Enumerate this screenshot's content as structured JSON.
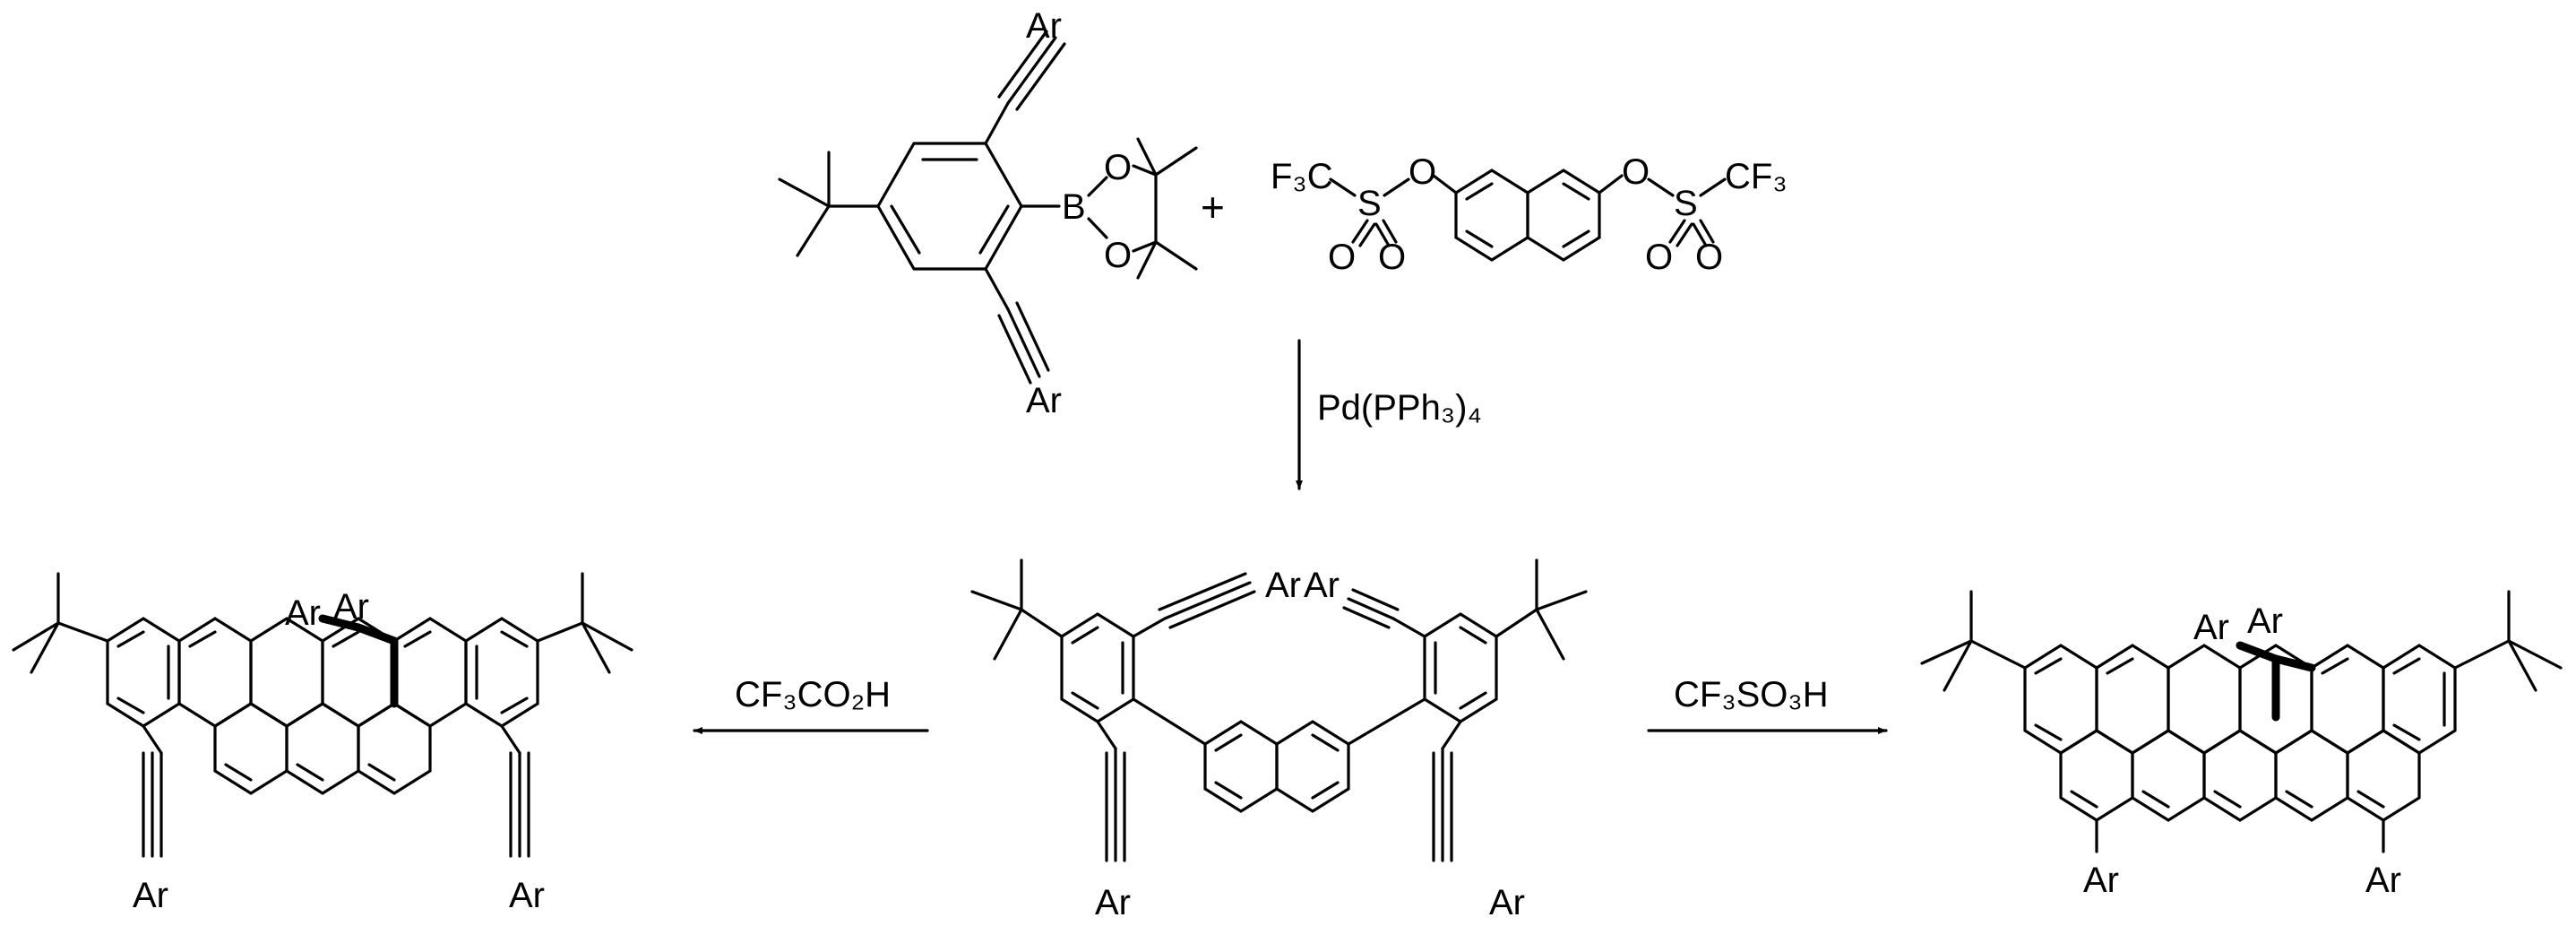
{
  "labels": {
    "ar": "Ar",
    "plus": "+",
    "boron": "B",
    "oxygen": "O",
    "sulfur": "S",
    "f3c": "F₃C",
    "cf3": "CF₃"
  },
  "conditions": {
    "coupling": "Pd(PPh₃)₄",
    "left_acid": "CF₃CO₂H",
    "right_acid": "CF₃SO₃H"
  }
}
